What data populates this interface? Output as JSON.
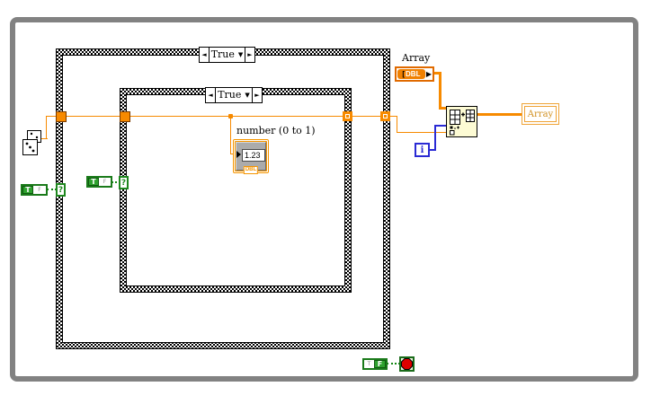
{
  "app": "labview-block-diagram",
  "while_loop": {
    "iteration_terminal": "i"
  },
  "outer_case": {
    "selector_value": "True",
    "prev_arrow": "◄",
    "next_arrow": "►",
    "dropdown_arrow": "▼",
    "selector_tunnel": "?"
  },
  "inner_case": {
    "selector_value": "True",
    "prev_arrow": "◄",
    "next_arrow": "►",
    "dropdown_arrow": "▼",
    "selector_tunnel": "?"
  },
  "booleans": {
    "outer_constant_value": "T",
    "outer_constant_alt": "F",
    "inner_constant_value": "T",
    "inner_constant_alt": "F",
    "stop_constant_value": "F",
    "stop_constant_alt": "T"
  },
  "number_indicator": {
    "label": "number (0 to 1)",
    "value": "1.23",
    "type_tag": "DBL"
  },
  "array_control": {
    "label": "Array",
    "bracket": "[",
    "type_tag": "DBL",
    "out_arrow": "▶"
  },
  "array_indicator": {
    "label": "Array"
  },
  "icons": {
    "random_number": "dice-icon",
    "insert_into_array": "insert-into-array-icon",
    "stop": "stop-octagon-icon"
  },
  "colors": {
    "numeric_orange": "#F78A00",
    "boolean_green": "#1E871E",
    "integer_blue": "#2A2AD4",
    "loop_gray": "#828282",
    "stop_red": "#DE0000",
    "node_bg": "#FDFBD4"
  }
}
